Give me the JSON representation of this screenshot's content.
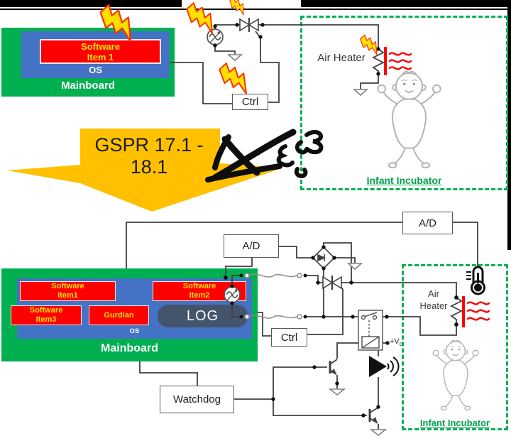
{
  "top_section": {
    "mainboard": {
      "label": "Mainboard",
      "os": "OS",
      "software_item1_line1": "Software",
      "software_item1_line2": "Item 1"
    },
    "ctrl": "Ctrl",
    "incubator": {
      "label": "Infant Incubator",
      "air_heater": "Air Heater"
    }
  },
  "arrow": {
    "line1": "GSPR 17.1 -",
    "line2": "18.1"
  },
  "bottom_section": {
    "mainboard": {
      "label": "Mainboard",
      "os": "OS",
      "software_item1_line1": "Software",
      "software_item1_line2": "Item1",
      "software_item2_line1": "Software",
      "software_item2_line2": "Item2",
      "software_item3_line1": "Software",
      "software_item3_line2": "Item3",
      "guardian": "Gurdian",
      "log": "LOG"
    },
    "adc_left": "A/D",
    "adc_right": "A/D",
    "ctrl": "Ctrl",
    "watchdog": "Watchdog",
    "supply_label": "+V",
    "supply_sub": "d",
    "incubator": {
      "label": "Infant Incubator",
      "air_heater_line1": "Air",
      "air_heater_line2": "Heater"
    }
  },
  "colors": {
    "mainboard_green": "#00B050",
    "os_blue": "#4472C4",
    "software_red": "#FF0000",
    "software_text_yellow": "#FFE100",
    "log_gray": "#44546A",
    "arrow_gold": "#FFC000",
    "incubator_green": "#00B050",
    "wire_gray": "#404040",
    "heat_red": "#FF0000",
    "bolt_yellow": "#FFE000",
    "bolt_outline": "#FF3000"
  },
  "icons": {
    "lightning": "lightning-bolt-icon",
    "ac_source": "ac-source-icon",
    "triac": "triac-icon",
    "ground": "ground-icon",
    "fuse": "fuse-icon",
    "bridge": "bridge-rectifier-icon",
    "relay": "relay-icon",
    "speaker": "speaker-icon",
    "transistor": "transistor-icon",
    "thermometer": "thermometer-icon",
    "heater": "resistor-heater-icon",
    "baby": "baby-figure",
    "scribble": "scribble-annotation"
  }
}
